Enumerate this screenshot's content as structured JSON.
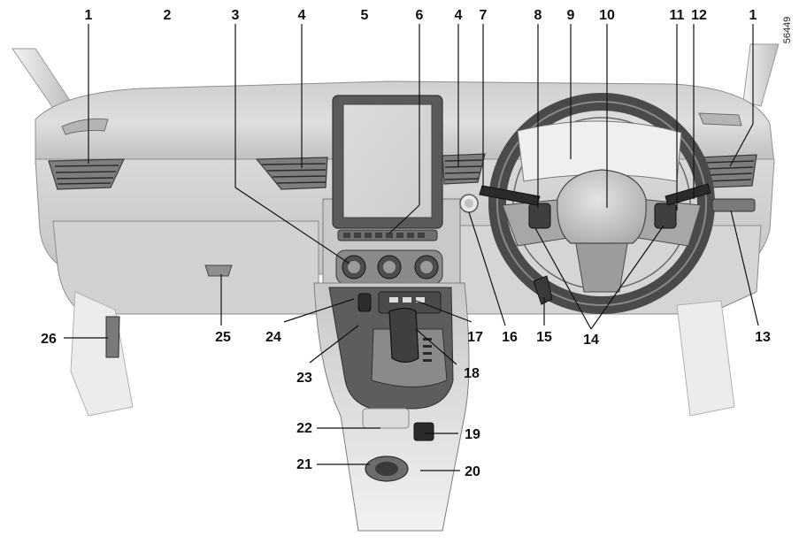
{
  "reference_code": "56449",
  "callouts": [
    {
      "id": "c1a",
      "label": "1"
    },
    {
      "id": "c2",
      "label": "2"
    },
    {
      "id": "c3",
      "label": "3"
    },
    {
      "id": "c4a",
      "label": "4"
    },
    {
      "id": "c5",
      "label": "5"
    },
    {
      "id": "c6",
      "label": "6"
    },
    {
      "id": "c4b",
      "label": "4"
    },
    {
      "id": "c7",
      "label": "7"
    },
    {
      "id": "c8",
      "label": "8"
    },
    {
      "id": "c9",
      "label": "9"
    },
    {
      "id": "c10",
      "label": "10"
    },
    {
      "id": "c11",
      "label": "11"
    },
    {
      "id": "c12",
      "label": "12"
    },
    {
      "id": "c1b",
      "label": "1"
    },
    {
      "id": "c13",
      "label": "13"
    },
    {
      "id": "c14",
      "label": "14"
    },
    {
      "id": "c15",
      "label": "15"
    },
    {
      "id": "c16",
      "label": "16"
    },
    {
      "id": "c17",
      "label": "17"
    },
    {
      "id": "c18",
      "label": "18"
    },
    {
      "id": "c19",
      "label": "19"
    },
    {
      "id": "c20",
      "label": "20"
    },
    {
      "id": "c21",
      "label": "21"
    },
    {
      "id": "c22",
      "label": "22"
    },
    {
      "id": "c23",
      "label": "23"
    },
    {
      "id": "c24",
      "label": "24"
    },
    {
      "id": "c25",
      "label": "25"
    },
    {
      "id": "c26",
      "label": "26"
    }
  ]
}
